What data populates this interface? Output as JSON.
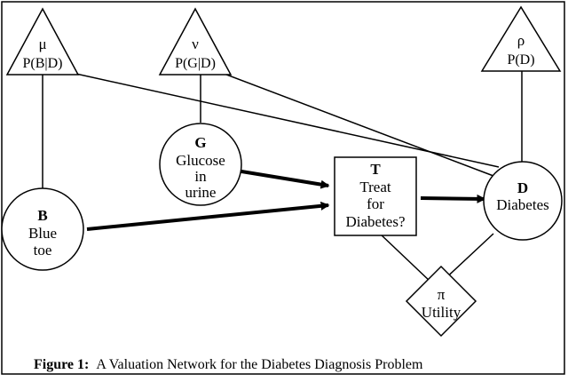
{
  "caption": {
    "label": "Figure 1:",
    "text": "A Valuation Network for the Diabetes Diagnosis Problem"
  },
  "parameters": {
    "mu": {
      "symbol": "μ",
      "label": "P(B|D)"
    },
    "nu": {
      "symbol": "ν",
      "label": "P(G|D)"
    },
    "rho": {
      "symbol": "ρ",
      "label": "P(D)"
    }
  },
  "nodes": {
    "G": {
      "name": "G",
      "lines": [
        "Glucose",
        "in",
        "urine"
      ]
    },
    "B": {
      "name": "B",
      "lines": [
        "Blue",
        "toe"
      ]
    },
    "T": {
      "name": "T",
      "lines": [
        "Treat",
        "for",
        "Diabetes?"
      ]
    },
    "D": {
      "name": "D",
      "lines": [
        "Diabetes"
      ]
    }
  },
  "utility": {
    "symbol": "π",
    "label": "Utility"
  }
}
